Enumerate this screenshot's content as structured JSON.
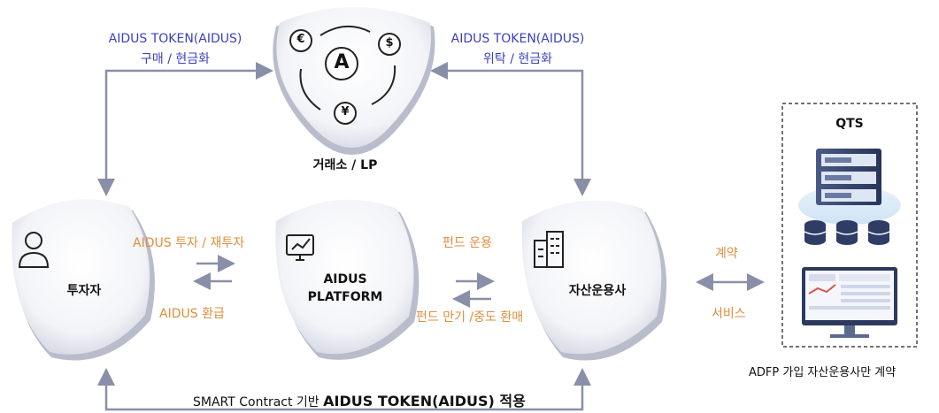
{
  "exchange": {
    "label": "거래소 / LP",
    "left_title": "AIDUS TOKEN(AIDUS)",
    "left_sub": "구매 / 현금화",
    "right_title": "AIDUS TOKEN(AIDUS)",
    "right_sub": "위탁 / 현금화",
    "center_symbol": "A",
    "currency_symbols": [
      "€",
      "$",
      "¥"
    ]
  },
  "nodes": {
    "investor": "투자자",
    "platform_line1": "AIDUS",
    "platform_line2": "PLATFORM",
    "asset_manager": "자산운용사"
  },
  "flows": {
    "invest": "AIDUS 투자 / 재투자",
    "refund": "AIDUS 환급",
    "fund_operation": "펀드 운용",
    "fund_maturity": "펀드 만기 /중도 환매",
    "contract": "계약",
    "service": "서비스"
  },
  "qts": {
    "title": "QTS",
    "note": "ADFP 가입 자산운용사만 계약"
  },
  "bottom": {
    "prefix": "SMART Contract 기반 ",
    "emphasis": "AIDUS TOKEN(AIDUS) 적용"
  },
  "colors": {
    "blue_text": "#3b3fbf",
    "orange_text": "#e08d3c",
    "arrow": "#8a8fa8",
    "node_shadow": "#a9acbd"
  }
}
